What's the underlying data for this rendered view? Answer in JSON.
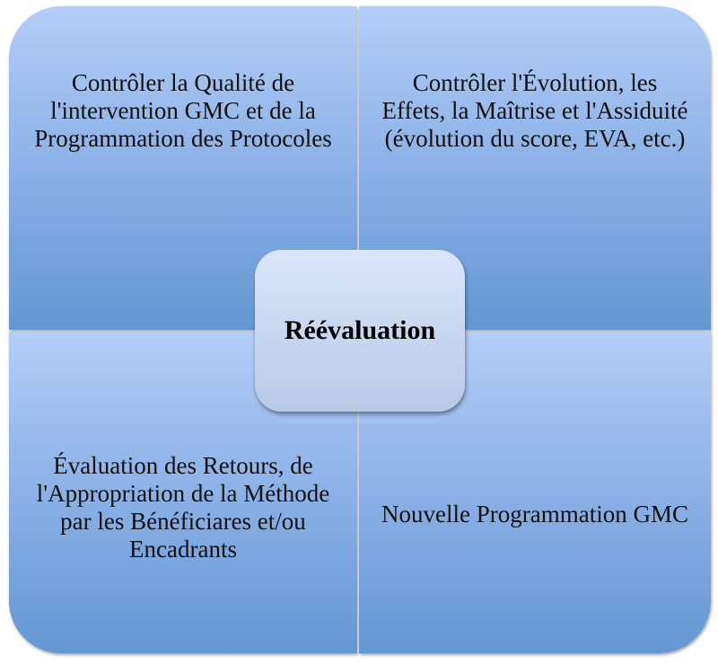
{
  "diagram": {
    "type": "matrix-2x2-with-center",
    "center": {
      "label": "Réévaluation"
    },
    "quadrants": [
      {
        "position": "top-left",
        "text": "Contrôler la Qualité de l'intervention GMC et de la Programmation des Protocoles"
      },
      {
        "position": "top-right",
        "text": "Contrôler l'Évolution, les Effets, la Maîtrise et l'Assiduité (évolution du score, EVA, etc.)"
      },
      {
        "position": "bottom-left",
        "text": "Évaluation des Retours, de l'Appropriation de la Méthode par les Bénéficiares et/ou Encadrants"
      },
      {
        "position": "bottom-right",
        "text": "Nouvelle Programmation GMC"
      }
    ],
    "colors": {
      "quadrant_top": "#b3cef8",
      "quadrant_bottom": "#6497d2",
      "center_top": "#dbe6fb",
      "center_bottom": "#b9c9e6",
      "text": "#111111"
    }
  }
}
